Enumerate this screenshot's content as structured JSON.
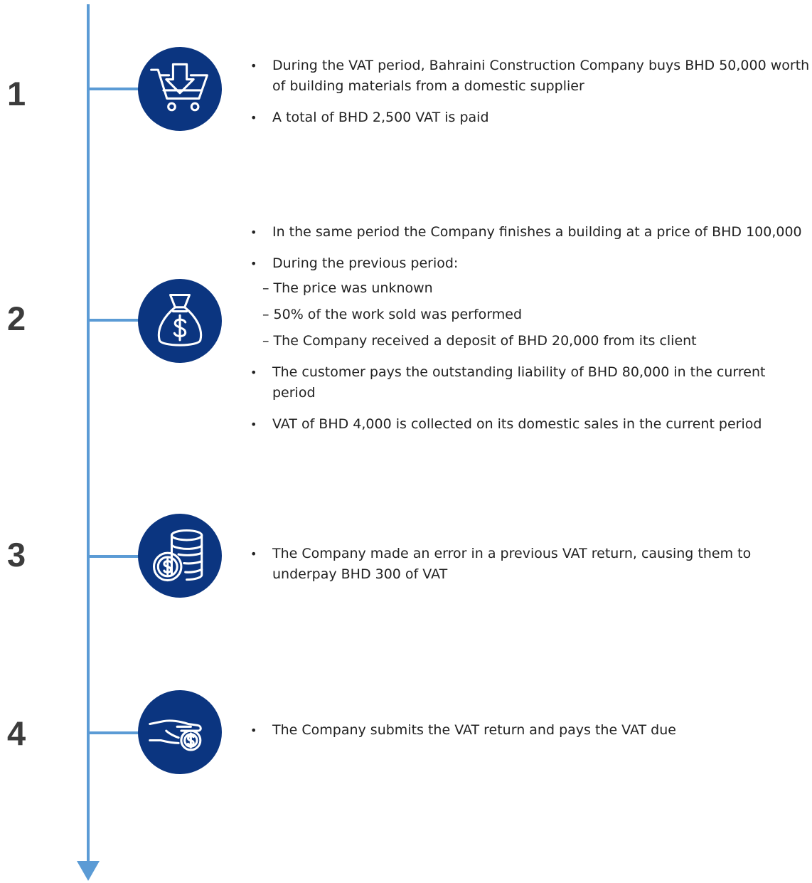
{
  "steps": [
    {
      "number": "1",
      "icon": "shopping-cart-download-icon",
      "bullets": [
        "During the VAT period, Bahraini Construction Company buys BHD 50,000 worth of building  materials from a domestic supplier",
        "A total of BHD 2,500 VAT is paid"
      ]
    },
    {
      "number": "2",
      "icon": "money-bag-icon",
      "bullets": [
        "In the same period the Company finishes a building at a price of  BHD 100,000",
        "During the previous period:",
        "The customer pays the outstanding liability of BHD 80,000 in the current period",
        "VAT of BHD 4,000  is collected on its domestic sales in the current period"
      ],
      "sub_bullets": [
        "– The price was unknown",
        "– 50% of the work sold was performed",
        "– The Company received a deposit of BHD 20,000 from its client"
      ]
    },
    {
      "number": "3",
      "icon": "coins-stack-icon",
      "bullets": [
        "The Company made an error in a previous VAT return, causing them to underpay  BHD 300 of VAT"
      ]
    },
    {
      "number": "4",
      "icon": "hand-paying-coin-icon",
      "bullets": [
        "The Company submits  the VAT return and pays the VAT due"
      ]
    }
  ],
  "colors": {
    "timeline": "#5b9bd5",
    "icon_background": "#0b3580",
    "icon_stroke": "#ffffff",
    "number_text": "#3c3c3c"
  }
}
